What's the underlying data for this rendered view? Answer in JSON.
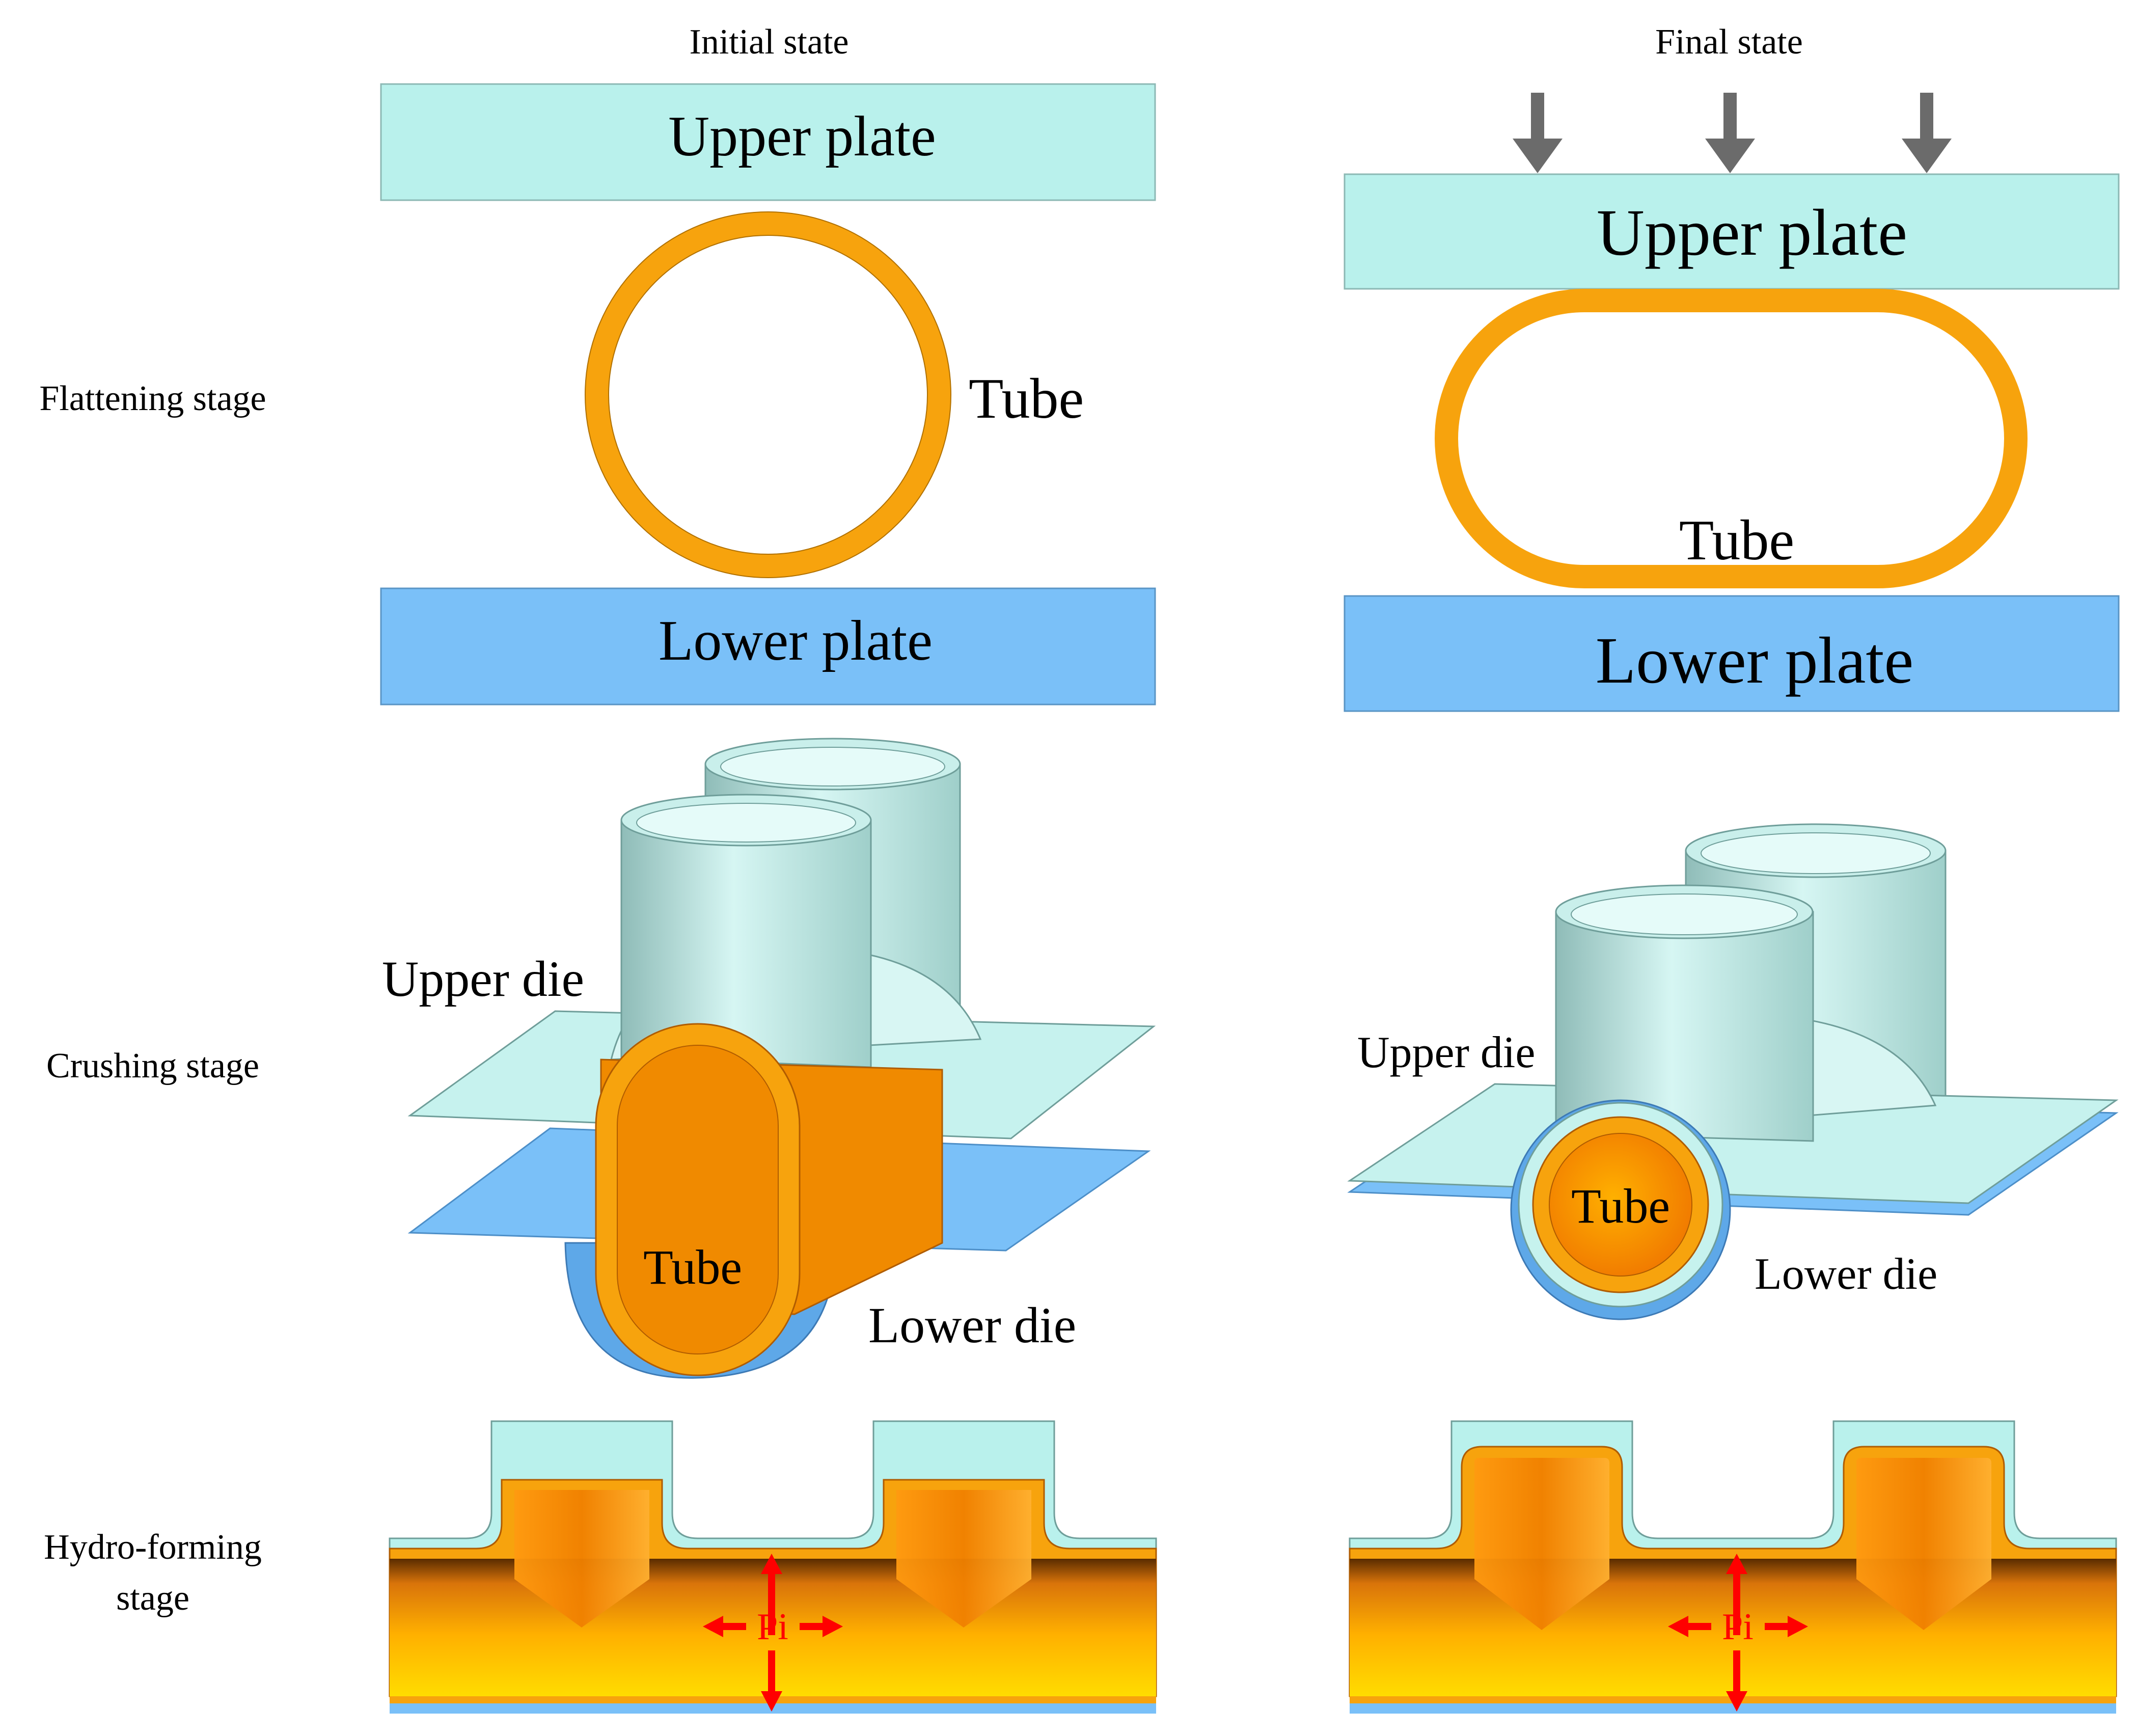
{
  "columns": {
    "initial": "Initial state",
    "final": "Final state"
  },
  "rows": {
    "flattening": "Flattening stage",
    "crushing": "Crushing stage",
    "hydro_line1": "Hydro-forming",
    "hydro_line2": "stage"
  },
  "flattening": {
    "upper_plate": "Upper plate",
    "lower_plate": "Lower plate",
    "tube": "Tube"
  },
  "crushing": {
    "upper_die": "Upper die",
    "lower_die": "Lower die",
    "tube": "Tube"
  },
  "hydroforming": {
    "pressure": "Pi"
  },
  "colors": {
    "plate_upper": "#b9f1ec",
    "plate_lower": "#7ac0f8",
    "tube": "#f7a30d",
    "arrow_gray": "#6b6b6b",
    "pressure_arrow": "#ff0000"
  }
}
